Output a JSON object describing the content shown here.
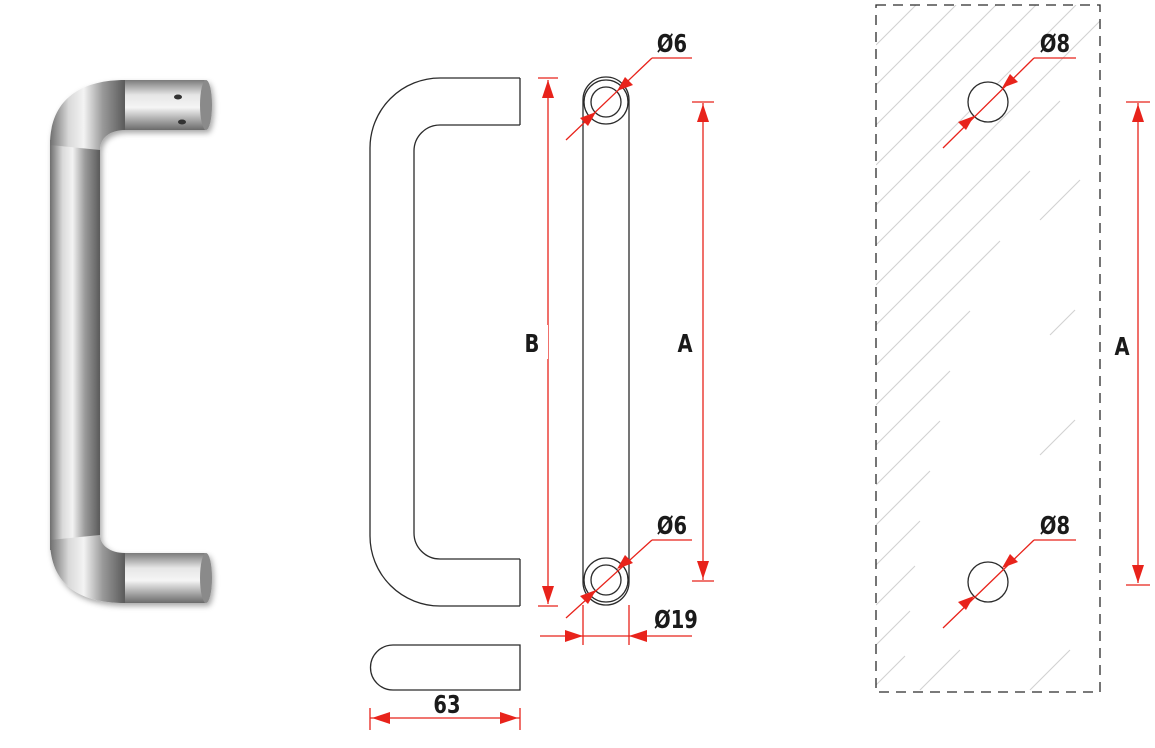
{
  "colors": {
    "dimension": "#e8231b",
    "outline": "#2b2b2b",
    "hatch": "#d2d2d2",
    "steel_light": "#e6e6e6",
    "steel_dark": "#6e6e6e"
  },
  "labels": {
    "hole_top": "Ø6",
    "hole_bottom": "Ø6",
    "tube_diameter": "Ø19",
    "depth": "63",
    "overall_length": "B",
    "center_distance": "A",
    "fix_hole_top": "Ø8",
    "fix_hole_bottom": "Ø8",
    "template_center_distance": "A"
  }
}
